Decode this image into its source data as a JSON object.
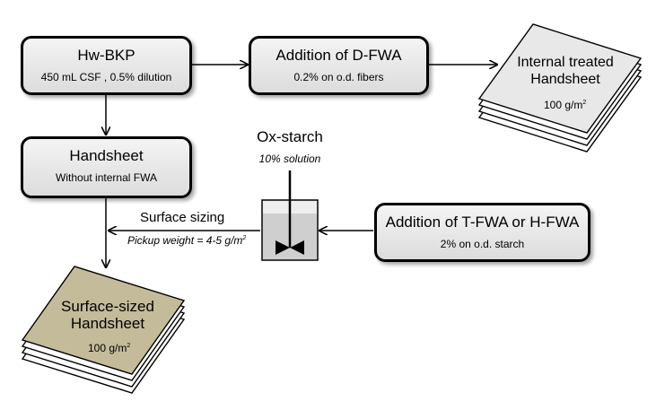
{
  "boxes": {
    "hw_bkp": {
      "title": "Hw-BKP",
      "sub": "450 mL CSF , 0.5% dilution"
    },
    "dfwa": {
      "title": "Addition of D-FWA",
      "sub": "0.2% on o.d. fibers"
    },
    "handsheet": {
      "title": "Handsheet",
      "sub": "Without internal FWA"
    },
    "tfwa": {
      "title": "Addition of T-FWA or H-FWA",
      "sub": "2% on o.d. starch"
    }
  },
  "mixer": {
    "title": "Ox-starch",
    "sub": "10% solution"
  },
  "surface_sizing": {
    "label": "Surface sizing",
    "pickup": "Pickup weight = 4-5 g/m",
    "pickup_sup": "2"
  },
  "sheets": {
    "internal": {
      "line1": "Internal  treated",
      "line2": "Handsheet",
      "grammage": "100 g/m",
      "sup": "2",
      "color": "#e8e8e8"
    },
    "surface": {
      "line1": "Surface-sized",
      "line2": "Handsheet",
      "grammage": "100 g/m",
      "sup": "2",
      "color": "#c4bb9a"
    }
  }
}
